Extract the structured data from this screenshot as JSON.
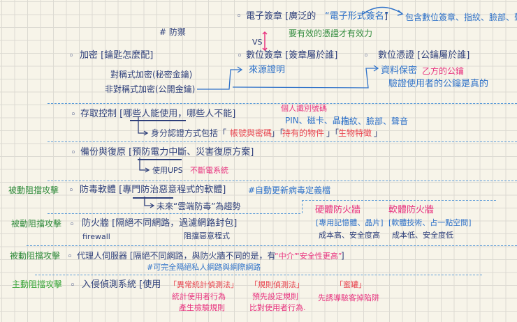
{
  "notes": {
    "heading": "# 防禦",
    "esign": {
      "title": "電子簽章 [廣泛的",
      "quoted": "“電子形式簽名”",
      "bracket_close": "]",
      "includes": "包含數位簽章、指紋、臉部、聲音……",
      "validity": "要有效的憑證才有效力",
      "vs": "VS"
    },
    "encryption": {
      "title": "加密 [鑰匙怎麼配]",
      "symmetric": "對稱式加密(秘密金鑰)",
      "asymmetric": "非對稱式加密(公開金鑰)"
    },
    "digital_signature": {
      "title": "數位簽章 [簽章屬於誰]",
      "source_proof": "來源證明"
    },
    "digital_cert": {
      "title": "數位憑證 [公鑰屬於誰]",
      "data_confidential": "資料保密",
      "b_public_key": "乙方的公鑰",
      "verify": "驗證使用者的公鑰是真的"
    },
    "access_control": {
      "title": "存取控制 [哪些人能使用，哪些人不能]",
      "auth_methods": "身分認證方式包括「",
      "method1": "帳號與密碼",
      "sep1": "」「",
      "method2": "持有的物件",
      "sep2": "」「",
      "method3": "生物特徵",
      "end": "」",
      "pin_label": "個人識別號碼",
      "pin_items": "PIN、磁卡、晶片",
      "bio_items": "指紋、臉部、聲音"
    },
    "backup": {
      "title": "備份與復原 [預防電力中斷、災害復原方案]",
      "ups_prefix": "使用UPS",
      "ups_highlight": "不斷電系統"
    },
    "antivirus": {
      "category": "被動阻擋攻擊",
      "title": "防毒軟體 [專門防治惡意程式的軟體]",
      "auto_update": "#自動更新病毒定義檔",
      "cloud": "未來“雲端防毒”為趨勢"
    },
    "firewall": {
      "category": "被動阻擋攻擊",
      "title": "防火牆 [隔絕不同網路，過濾網路封包]",
      "english": "firewall",
      "block": "阻擋惡意程式",
      "hardware": {
        "title": "硬體防火牆",
        "desc": "[專用記憶體、晶片]",
        "cost": "成本高、安全度高"
      },
      "software": {
        "title": "軟體防火牆",
        "desc": "[軟體技術、占一點空間]",
        "cost": "成本低、安全度低"
      }
    },
    "proxy": {
      "category": "被動阻擋攻擊",
      "title": "代理人伺服器 [隔絕不同網路，與防火牆不同的是，有",
      "q1": "“中介”",
      "q2": "“安全性更高”",
      "close": "]",
      "note": "#可完全隔絕私人網路與網際網路"
    },
    "ids": {
      "category": "主動阻擋攻擊",
      "title": "入侵偵測系統 [使用",
      "anomaly": {
        "title": "「異常統計偵測法」",
        "line1": "統計使用者行為",
        "line2": "產生檢驗規則"
      },
      "rule": {
        "title": "「規則偵測法」",
        "line1": "預先設定規則",
        "line2": "比對使用者行為."
      },
      "honeypot": {
        "title": "「蜜罐」",
        "line1": "先誘導駭客掉陷阱"
      }
    }
  }
}
